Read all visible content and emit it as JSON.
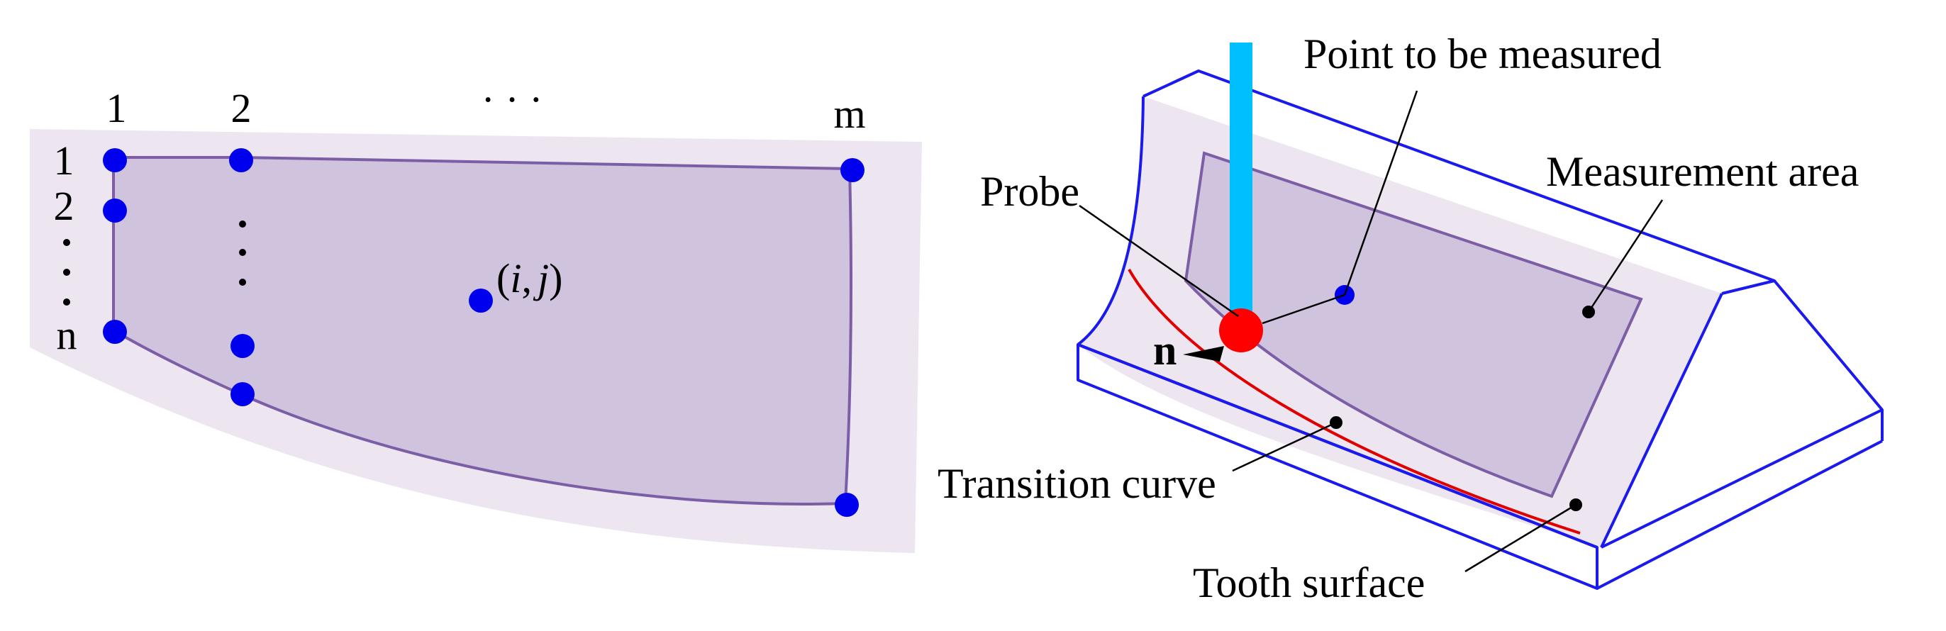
{
  "grid_diagram": {
    "column_labels": [
      "1",
      "2",
      "m"
    ],
    "column_ellipsis": "· · ·",
    "row_labels": [
      "1",
      "2",
      "n"
    ],
    "row_ellipsis": "·\n·\n·",
    "point_label_i": "i",
    "point_label_j": "j",
    "point_label_open": "(",
    "point_label_comma": ",",
    "point_label_close": ")"
  },
  "probe_diagram": {
    "labels": {
      "point_to_measure": "Point to be measured",
      "probe": "Probe",
      "measurement_area": "Measurement area",
      "normal": "n",
      "transition_curve": "Transition curve",
      "tooth_surface": "Tooth surface"
    }
  },
  "colors": {
    "point_blue": "#0000ee",
    "region_light": "#ede6f0",
    "region_dark": "#d0c3dd",
    "region_outline": "#7b5ea6",
    "probe_shaft": "#00bfff",
    "probe_tip": "#ff0000",
    "transition_curve": "#e00000",
    "block_edge": "#1a1aee",
    "leader": "#000000"
  }
}
